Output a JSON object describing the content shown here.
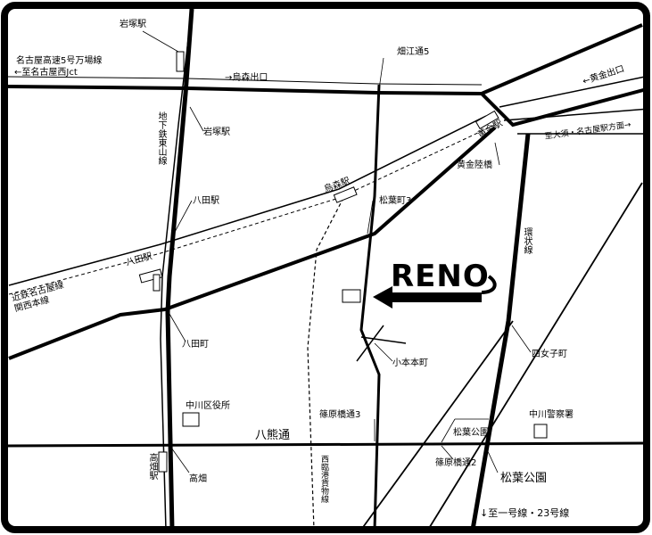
{
  "logo": "RENO",
  "roads": {
    "hatta_dori": "八熊通",
    "kanjo": "環状線",
    "subway": "地下鉄東山線",
    "kintetsu": "近鉄名古屋線\n関西本線",
    "nishinagoya_freight": "西臨港貨物線"
  },
  "directions": {
    "expressway_top": "名古屋高速5号万場線",
    "to_nagoya_nishi_jct": "←至名古屋西Jct",
    "to_karasumori_exit": "→烏森出口",
    "to_koganeguchi": "←黄金出口",
    "to_ozone": "至大須・名古屋駅方面→",
    "to_route1_23": "↓至一号線・23号線"
  },
  "stations": {
    "iwatsuka_station_top": "岩塚駅",
    "iwatsuka_station": "岩塚駅",
    "hatta_station": "八田駅",
    "hatta_station_jr": "八田駅",
    "karasumori_station": "烏森駅",
    "kogane_station": "黄金駅",
    "takabata_station": "高畑駅"
  },
  "places": {
    "hatae_dori5": "畑江通5",
    "kogane_rikkyo": "黄金陸橋",
    "matsuba_cho3": "松葉町3",
    "hatta_cho": "八田町",
    "komoto_honmachi": "小本本町",
    "shijoshi_cho": "四女子町",
    "nakagawa_ward_office": "中川区役所",
    "nakagawa_police": "中川警察署",
    "shinohara_bashi_dori3": "篠原橋通3",
    "matsuba_koen_top": "松葉公園",
    "shinohara_bashi_dori2": "篠原橋通2",
    "matsuba_koen": "松葉公園",
    "takabata": "高畑"
  }
}
